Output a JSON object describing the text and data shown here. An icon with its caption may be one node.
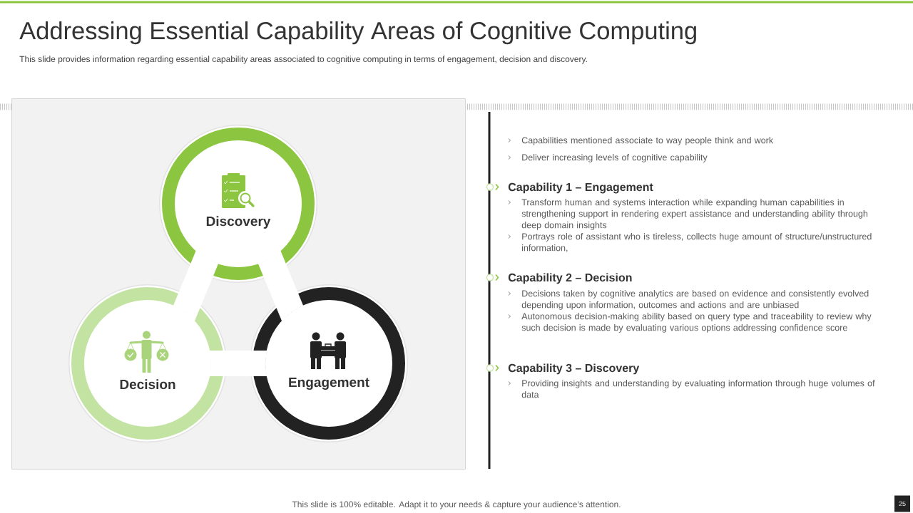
{
  "diagram": {
    "title": "Addressing Essential Capability Areas of Cognitive Computing",
    "nodes": [
      {
        "text": [],
        "shape": "box"
      },
      {
        "text": [
          "Discovery"
        ],
        "in": 0
      },
      {
        "text": [
          "Decision"
        ],
        "in": 0
      },
      {
        "text": [
          "Engagement"
        ],
        "in": 0
      },
      {
        "text": [
          "25"
        ]
      }
    ],
    "edges": [
      {
        "from": 1,
        "to": 2,
        "arrow": "none"
      },
      {
        "from": 1,
        "to": 3,
        "arrow": "none"
      },
      {
        "from": 2,
        "to": 3,
        "arrow": "none"
      }
    ],
    "labels": [
      "This slide provides information regarding essential capability areas associated to cognitive computing in terms of engagement, decision and discovery.",
      "Capabilities mentioned associate to way people think and work",
      "Deliver increasing levels of cognitive capability",
      "Capability 1 – Engagement",
      "Transform human and systems interaction while expanding human capabilities in strengthening support in rendering expert assistance and understanding ability through deep domain insights",
      "Portrays role of assistant who is tireless, collects huge amount of structure/unstructured information,",
      "Capability 2 – Decision",
      "Decisions taken by cognitive analytics are based on evidence and consistently evolved depending upon information, outcomes and actions and are unbiased",
      "Autonomous decision-making ability based on query type and traceability to review why such decision is made by evaluating various options addressing confidence score",
      "Capability 3 – Discovery",
      "Providing insights and understanding by evaluating information through huge volumes of data",
      "This slide is 100% editable. Adapt it to your needs & capture your audience’s attention."
    ]
  }
}
